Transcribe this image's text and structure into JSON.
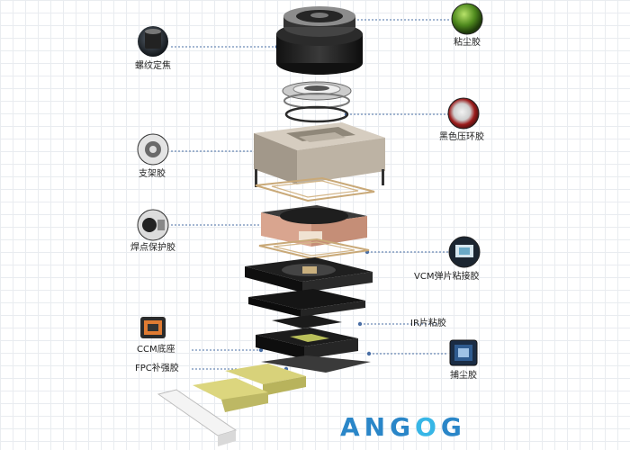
{
  "labels": {
    "screw_focus": "螺纹定焦",
    "dust_glue": "粘尘胶",
    "black_ring": "黑色压环胶",
    "bracket": "支架胶",
    "solder": "焊点保护胶",
    "vcm": "VCM弹片粘接胶",
    "ir": "IR片粘胶",
    "ccm": "CCM底座",
    "fpc": "FPC补强胶",
    "catch": "捕尘胶"
  },
  "brand": {
    "prefix": "ANG",
    "accent": "O",
    "suffix": "G"
  },
  "colors": {
    "brand": "#2a86c8",
    "brand_accent": "#37b6e6",
    "copper": "#d9a58f",
    "fpc": "#d8d27a"
  },
  "icons": [
    "lens-icon",
    "dust-glue-icon",
    "black-ring-icon",
    "bracket-icon",
    "solder-icon",
    "vcm-icon",
    "ccm-icon",
    "catch-icon"
  ]
}
